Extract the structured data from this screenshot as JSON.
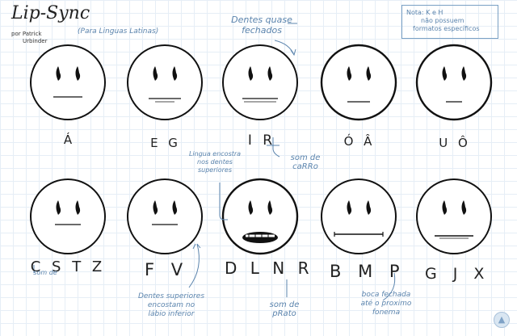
{
  "title": "Lip-Sync",
  "author": [
    "por Patrick",
    "Urbinder"
  ],
  "subtitle": "(Para Linguas Latinas)",
  "note": [
    "Nota: K e H",
    "não possuem",
    "formatos específicos"
  ],
  "faces_top": [
    {
      "label": "Á",
      "mouth": "closed-line"
    },
    {
      "label": "E G",
      "mouth": "closed-line"
    },
    {
      "label": "I R",
      "mouth": "teeth-line"
    },
    {
      "label": "Ó Â",
      "mouth": "closed-line"
    },
    {
      "label": "U Ô",
      "mouth": "closed-line"
    }
  ],
  "faces_bottom": [
    {
      "label": "C S T Z",
      "mouth": "short-line"
    },
    {
      "label": "F V",
      "mouth": "short-line"
    },
    {
      "label": "D L N R",
      "mouth": "open-teeth"
    },
    {
      "label": "B M P",
      "mouth": "long-line"
    },
    {
      "label": "G J X",
      "mouth": "wide-line"
    }
  ],
  "annotations": {
    "dentes_quase": [
      "Dentes quase",
      "fechados"
    ],
    "som_carro": [
      "som de",
      "caRRo"
    ],
    "lingua": [
      "Lingua encostra",
      "nos dentes",
      "superiores"
    ],
    "som_de": "som de",
    "dentes_superiores": [
      "Dentes superiores",
      "encostam no",
      "lábio inferior"
    ],
    "som_prato": [
      "som de",
      "pRato"
    ],
    "boca_fechada": [
      "boca fechada",
      "até o proximo",
      "fonema"
    ]
  },
  "colors": {
    "annotation": "#5b84ad",
    "ink": "#222222",
    "grid": "#e6eef6"
  }
}
